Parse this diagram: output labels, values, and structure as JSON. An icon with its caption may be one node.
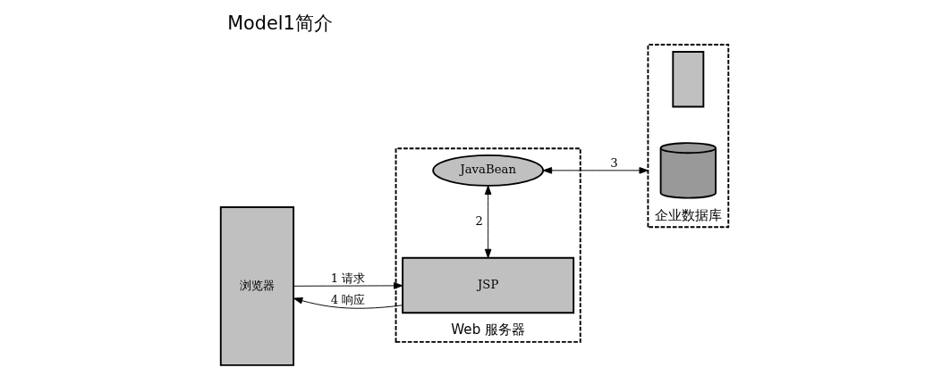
{
  "diagram": {
    "title": "Model1简介",
    "nodes": [
      {
        "text": [
          "浏览器"
        ]
      },
      {
        "text": [
          "Web 服务器"
        ]
      },
      {
        "text": [
          "JSP"
        ],
        "in": 1
      },
      {
        "text": [
          "JavaBean"
        ],
        "in": 1
      },
      {
        "text": [
          "企业数据库"
        ]
      },
      {
        "text": [],
        "shape": "box",
        "in": 4
      },
      {
        "text": [],
        "shape": "cylinder",
        "in": 4
      }
    ],
    "edges": [
      {
        "from": 0,
        "to": 2,
        "arrow": "to",
        "label": "1 请求"
      },
      {
        "from": 2,
        "to": 0,
        "arrow": "to",
        "label": "4 响应"
      },
      {
        "from": 2,
        "to": 3,
        "arrow": "both",
        "label": "2"
      },
      {
        "from": 3,
        "to": 4,
        "arrow": "both",
        "label": "3"
      }
    ]
  }
}
